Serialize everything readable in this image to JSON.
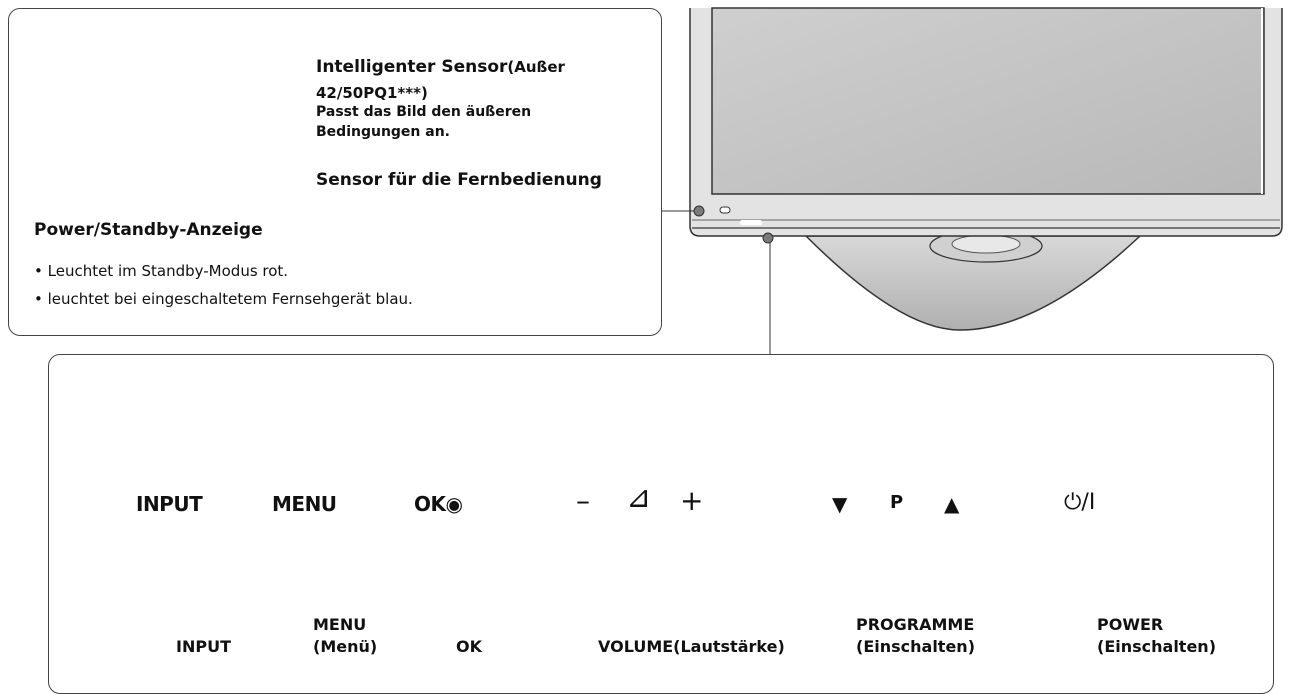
{
  "callout": {
    "sensor_title": "Intelligenter Sensor",
    "sensor_note": "(Außer 42/50PQ1***)",
    "sensor_desc_1": "Passt das Bild den äußeren",
    "sensor_desc_2": "Bedingungen an.",
    "remote_sensor": "Sensor für die Fernbedienung",
    "power_indicator": "Power/Standby-Anzeige",
    "bullet_1": "• Leuchtet im Standby-Modus rot.",
    "bullet_2": "• leuchtet bei eingeschaltetem Fernsehgerät blau."
  },
  "panel": {
    "buttons": {
      "input": "INPUT",
      "menu": "MENU",
      "ok": "OK◉",
      "vol_minus": "–",
      "vol_icon": "⊿",
      "vol_plus": "+",
      "prog_down": "▼",
      "prog_p": "P",
      "prog_up": "▲",
      "power": "⏻/I"
    },
    "labels": {
      "input": "INPUT",
      "menu_1": "MENU",
      "menu_2": "(Menü)",
      "ok": "OK",
      "volume": "VOLUME(Lautstärke)",
      "programme_1": "PROGRAMME",
      "programme_2": "(Einschalten)",
      "power_1": "POWER",
      "power_2": "(Einschalten)"
    }
  },
  "colors": {
    "panel_gray": "#c9c9c9",
    "button_gray": "#a8a8a8",
    "dot_gray": "#7a7a7a"
  }
}
